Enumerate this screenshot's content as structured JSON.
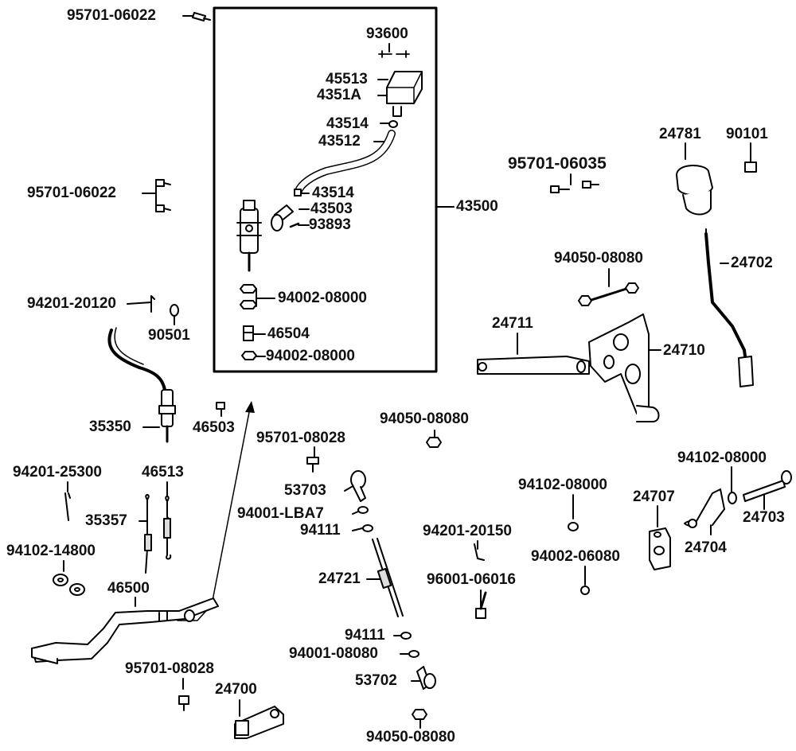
{
  "diagram": {
    "line_color": "#000000",
    "fill_color": "#ffffff",
    "shade_color": "#d8d8d8",
    "labels": {
      "p_95701_06022_a": "95701-06022",
      "p_95701_06022_b": "95701-06022",
      "p_94201_20120": "94201-20120",
      "p_90501": "90501",
      "p_35350": "35350",
      "p_46503": "46503",
      "p_94201_25300": "94201-25300",
      "p_46513": "46513",
      "p_35357": "35357",
      "p_94102_14800": "94102-14800",
      "p_46500": "46500",
      "p_95701_08028_a": "95701-08028",
      "p_24700": "24700",
      "p_93600": "93600",
      "p_45513": "45513",
      "p_4351A": "4351A",
      "p_43514_a": "43514",
      "p_43512": "43512",
      "p_43514_b": "43514",
      "p_43503": "43503",
      "p_93893": "93893",
      "p_94002_08000_a": "94002-08000",
      "p_46504": "46504",
      "p_94002_08000_b": "94002-08000",
      "p_43500": "43500",
      "p_95701_08028_b": "95701-08028",
      "p_53703": "53703",
      "p_94001_LBA7": "94001-LBA7",
      "p_94111_a": "94111",
      "p_24721": "24721",
      "p_94111_b": "94111",
      "p_94001_08080": "94001-08080",
      "p_53702": "53702",
      "p_94050_08080_c": "94050-08080",
      "p_94050_08080_b": "94050-08080",
      "p_94201_20150": "94201-20150",
      "p_96001_06016": "96001-06016",
      "p_95701_06035": "95701-06035",
      "p_24781": "24781",
      "p_90101": "90101",
      "p_24702": "24702",
      "p_94050_08080_a": "94050-08080",
      "p_24711": "24711",
      "p_24710": "24710",
      "p_94102_08000_a": "94102-08000",
      "p_94002_06080": "94002-06080",
      "p_24707": "24707",
      "p_94102_08000_b": "94102-08000",
      "p_24703": "24703",
      "p_24704": "24704"
    }
  }
}
